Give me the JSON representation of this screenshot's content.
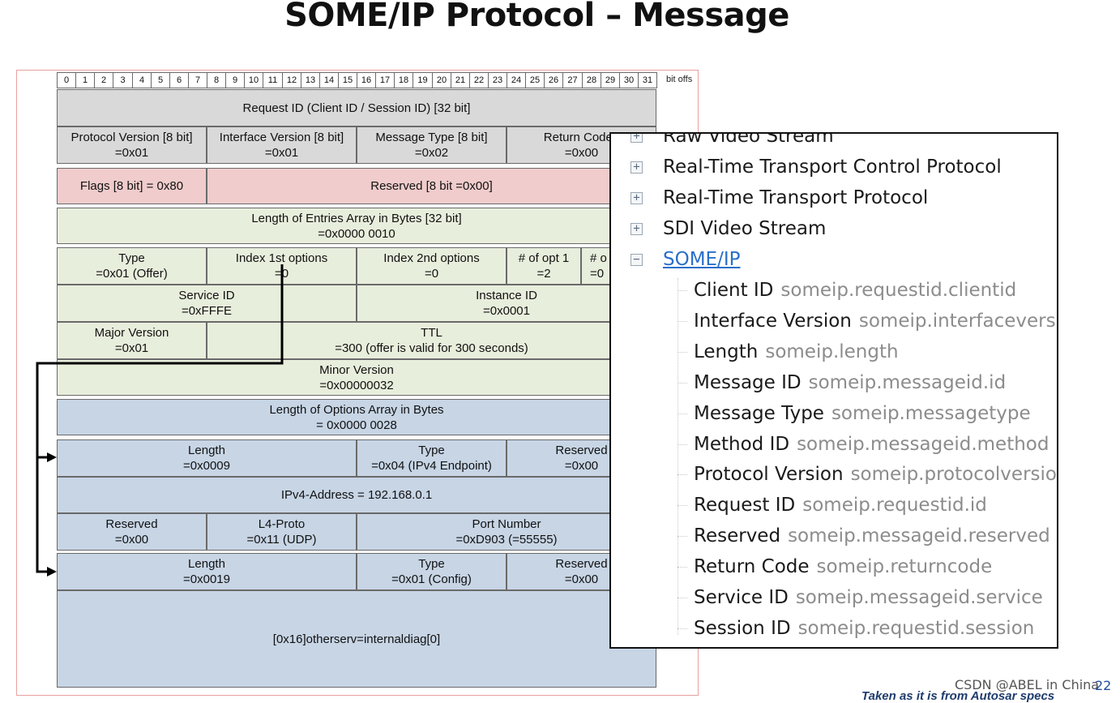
{
  "title": "SOME/IP Protocol – Message",
  "bit_offset_label": "bit offs",
  "bits": [
    "0",
    "1",
    "2",
    "3",
    "4",
    "5",
    "6",
    "7",
    "8",
    "9",
    "10",
    "11",
    "12",
    "13",
    "14",
    "15",
    "16",
    "17",
    "18",
    "19",
    "20",
    "21",
    "22",
    "23",
    "24",
    "25",
    "26",
    "27",
    "28",
    "29",
    "30",
    "31"
  ],
  "header": {
    "request_id": "Request ID (Client ID / Session ID) [32 bit]",
    "protocol_version": {
      "label": "Protocol Version [8 bit]",
      "value": "=0x01"
    },
    "interface_version": {
      "label": "Interface Version [8 bit]",
      "value": "=0x01"
    },
    "message_type": {
      "label": "Message Type [8 bit]",
      "value": "=0x02"
    },
    "return_code": {
      "label": "Return Code [",
      "value": "=0x00"
    }
  },
  "sd_flags": {
    "flags": "Flags [8 bit] = 0x80",
    "reserved": "Reserved [8 bit =0x00]"
  },
  "entries": {
    "length": {
      "label": "Length of Entries Array in Bytes [32 bit]",
      "value": "=0x0000 0010"
    },
    "type": {
      "label": "Type",
      "value": "=0x01 (Offer)"
    },
    "index_1st": {
      "label": "Index 1st options",
      "value": "=0"
    },
    "index_2nd": {
      "label": "Index 2nd options",
      "value": "=0"
    },
    "num_opt1": {
      "label": "# of opt 1",
      "value": "=2"
    },
    "num_opt2": {
      "label": "# o",
      "value": "=0"
    },
    "service_id": {
      "label": "Service ID",
      "value": "=0xFFFE"
    },
    "instance_id": {
      "label": "Instance ID",
      "value": "=0x0001"
    },
    "major_version": {
      "label": "Major Version",
      "value": "=0x01"
    },
    "ttl": {
      "label": "TTL",
      "value": "=300 (offer is valid for 300 seconds)"
    },
    "minor_version": {
      "label": "Minor Version",
      "value": "=0x00000032"
    }
  },
  "options": {
    "length": {
      "label": "Length of Options Array in Bytes",
      "value": "= 0x0000 0028"
    },
    "opt1_length": {
      "label": "Length",
      "value": "=0x0009"
    },
    "opt1_type": {
      "label": "Type",
      "value": "=0x04 (IPv4 Endpoint)"
    },
    "opt1_reserved": {
      "label": "Reserved",
      "value": "=0x00"
    },
    "ipv4": "IPv4-Address = 192.168.0.1",
    "reserved": {
      "label": "Reserved",
      "value": "=0x00"
    },
    "l4proto": {
      "label": "L4-Proto",
      "value": "=0x11 (UDP)"
    },
    "port": {
      "label": "Port Number",
      "value": "=0xD903 (=55555)"
    },
    "opt2_length": {
      "label": "Length",
      "value": "=0x0019"
    },
    "opt2_type": {
      "label": "Type",
      "value": "=0x01 (Config)"
    },
    "opt2_reserved": {
      "label": "Reserved",
      "value": "=0x00"
    },
    "config_string": "[0x16]otherserv=internaldiag[0]"
  },
  "tree": {
    "collapsed": [
      {
        "label": "Raw Video Stream"
      },
      {
        "label": "Real-Time Transport Control Protocol"
      },
      {
        "label": "Real-Time Transport Protocol"
      },
      {
        "label": "SDI Video Stream"
      }
    ],
    "expanded": {
      "label": "SOME/IP"
    },
    "fields": [
      {
        "name": "Client ID",
        "filter": "someip.requestid.clientid"
      },
      {
        "name": "Interface Version",
        "filter": "someip.interfaceversion"
      },
      {
        "name": "Length",
        "filter": "someip.length"
      },
      {
        "name": "Message ID",
        "filter": "someip.messageid.id"
      },
      {
        "name": "Message Type",
        "filter": "someip.messagetype"
      },
      {
        "name": "Method ID",
        "filter": "someip.messageid.method"
      },
      {
        "name": "Protocol Version",
        "filter": "someip.protocolversion"
      },
      {
        "name": "Request ID",
        "filter": "someip.requestid.id"
      },
      {
        "name": "Reserved",
        "filter": "someip.messageid.reserved"
      },
      {
        "name": "Return Code",
        "filter": "someip.returncode"
      },
      {
        "name": "Service ID",
        "filter": "someip.messageid.service"
      },
      {
        "name": "Session ID",
        "filter": "someip.requestid.session"
      }
    ]
  },
  "footer": {
    "credit": "CSDN @ABEL in China",
    "page_number": "22",
    "source_note": "Taken as it is from Autosar specs"
  }
}
